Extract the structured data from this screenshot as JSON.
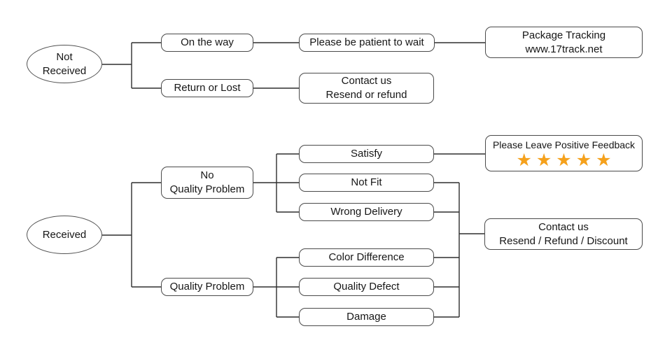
{
  "diagram_title": "Package delivery customer-service flowchart",
  "colors": {
    "star": "#F5A11C",
    "line": "#2e2e2e",
    "box_border": "#4a4a4a",
    "background": "#ffffff",
    "text": "#161616"
  },
  "nodes": {
    "not_received": "Not\nReceived",
    "received": "Received",
    "on_the_way": "On the way",
    "return_or_lost": "Return or Lost",
    "be_patient": "Please be patient to wait",
    "package_tracking": "Package Tracking\nwww.17track.net",
    "contact_resend_refund": "Contact us\nResend or refund",
    "no_quality_problem": "No\nQuality Problem",
    "quality_problem": "Quality Problem",
    "satisfy": "Satisfy",
    "not_fit": "Not Fit",
    "wrong_delivery": "Wrong Delivery",
    "color_difference": "Color Difference",
    "quality_defect": "Quality Defect",
    "damage": "Damage",
    "feedback_title": "Please Leave Positive Feedback",
    "feedback_stars": "★★★★★",
    "feedback_star_count": "5",
    "contact_resend_refund_discount": "Contact us\nResend / Refund / Discount"
  },
  "edges": [
    {
      "from": "not_received",
      "to": "on_the_way"
    },
    {
      "from": "not_received",
      "to": "return_or_lost"
    },
    {
      "from": "on_the_way",
      "to": "be_patient"
    },
    {
      "from": "be_patient",
      "to": "package_tracking"
    },
    {
      "from": "return_or_lost",
      "to": "contact_resend_refund"
    },
    {
      "from": "received",
      "to": "no_quality_problem"
    },
    {
      "from": "received",
      "to": "quality_problem"
    },
    {
      "from": "no_quality_problem",
      "to": "satisfy"
    },
    {
      "from": "no_quality_problem",
      "to": "not_fit"
    },
    {
      "from": "no_quality_problem",
      "to": "wrong_delivery"
    },
    {
      "from": "satisfy",
      "to": "feedback_title"
    },
    {
      "from": "not_fit",
      "to": "contact_resend_refund_discount"
    },
    {
      "from": "wrong_delivery",
      "to": "contact_resend_refund_discount"
    },
    {
      "from": "quality_problem",
      "to": "color_difference"
    },
    {
      "from": "quality_problem",
      "to": "quality_defect"
    },
    {
      "from": "quality_problem",
      "to": "damage"
    },
    {
      "from": "color_difference",
      "to": "contact_resend_refund_discount"
    },
    {
      "from": "quality_defect",
      "to": "contact_resend_refund_discount"
    },
    {
      "from": "damage",
      "to": "contact_resend_refund_discount"
    }
  ]
}
